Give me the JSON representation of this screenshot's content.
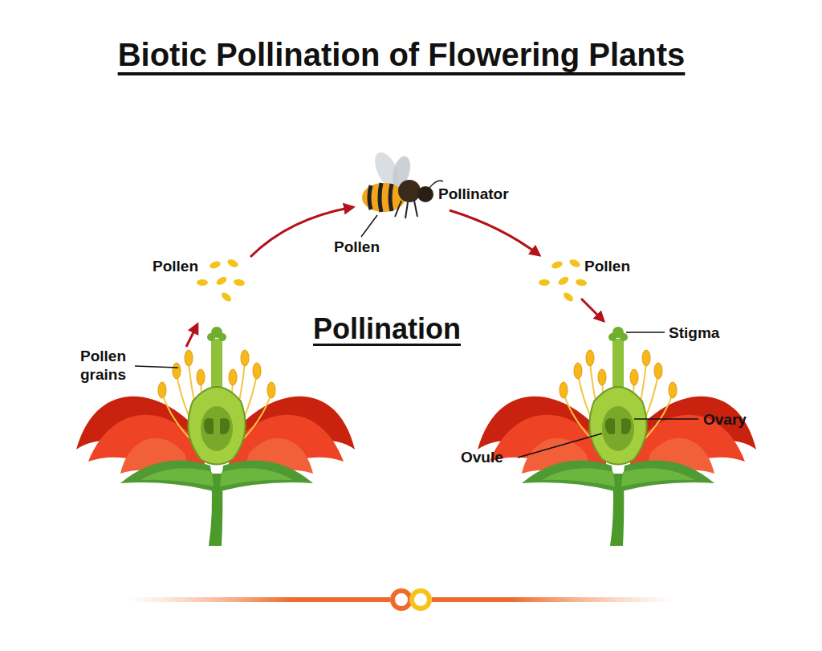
{
  "diagram": {
    "title": "Biotic Pollination of Flowering Plants",
    "labels": [
      "Pollinator",
      "Pollen",
      "Pollen",
      "Pollen",
      "Pollination",
      "Stigma",
      "Pollen grains",
      "Ovary",
      "Ovule"
    ]
  }
}
